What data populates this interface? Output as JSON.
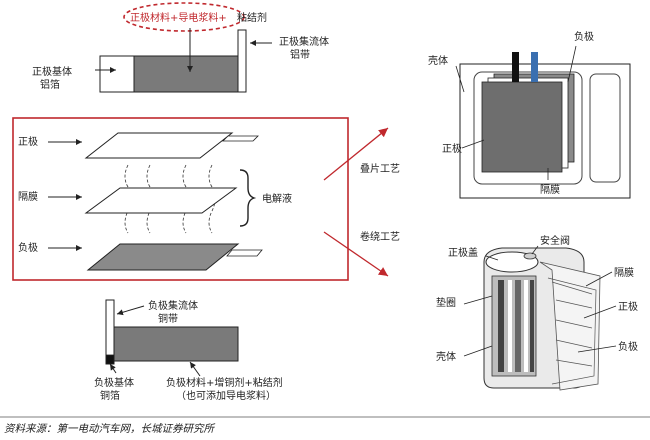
{
  "top_electrode": {
    "coating_formula": "正极材料+导电浆料+",
    "binder": "粘结剂",
    "substrate_label_1": "正极基体",
    "substrate_label_2": "铝箔",
    "tab_label_1": "正极集流体",
    "tab_label_2": "铝带"
  },
  "stack": {
    "cathode": "正极",
    "separator": "隔膜",
    "anode": "负极",
    "electrolyte": "电解液"
  },
  "processes": {
    "stacking": "叠片工艺",
    "winding": "卷绕工艺"
  },
  "bottom_electrode": {
    "tab_label_1": "负极集流体",
    "tab_label_2": "铜带",
    "substrate_label_1": "负极基体",
    "substrate_label_2": "铜箔",
    "coating_formula_1": "负极材料+增铜剂+粘结剂",
    "coating_formula_2": "（也可添加导电浆料）"
  },
  "stacked_cell": {
    "shell": "壳体",
    "anode": "负极",
    "cathode": "正极",
    "separator": "隔膜"
  },
  "wound_cell": {
    "cap": "正极盖",
    "safety_valve": "安全阀",
    "separator": "隔膜",
    "gasket": "垫圈",
    "cathode": "正极",
    "shell": "壳体",
    "anode": "负极"
  },
  "source": "资料来源：第一电动汽车网，长城证券研究所",
  "colors": {
    "frame": "#c0282d",
    "electrode_dark": "#7a7a7a",
    "electrode_mid": "#9a9a9a",
    "separator_fill": "#ffffff",
    "tab_blue": "#3a6fb0"
  }
}
